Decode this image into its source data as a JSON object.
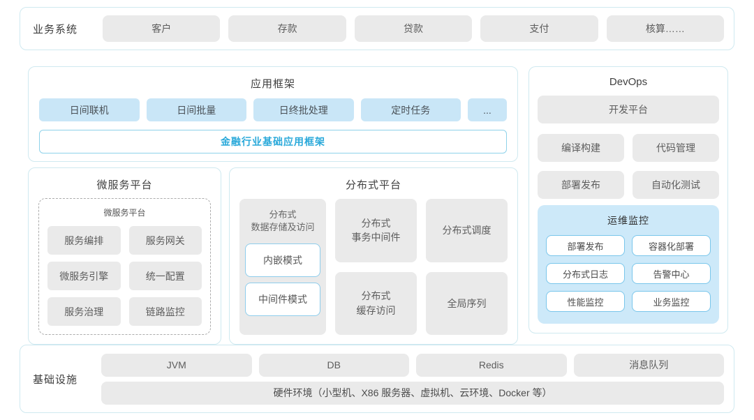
{
  "business": {
    "label": "业务系统",
    "items": [
      "客户",
      "存款",
      "贷款",
      "支付",
      "核算……"
    ]
  },
  "app_framework": {
    "title": "应用框架",
    "modules": [
      "日间联机",
      "日间批量",
      "日终批处理",
      "定时任务",
      "..."
    ],
    "base_framework": "金融行业基础应用框架"
  },
  "microservice_platform": {
    "title": "微服务平台",
    "inner_title": "微服务平台",
    "modules": [
      "服务编排",
      "服务网关",
      "微服务引擎",
      "统一配置",
      "服务治理",
      "链路监控"
    ]
  },
  "distributed_platform": {
    "title": "分布式平台",
    "data_storage": {
      "title": "分布式\n数据存储及访问",
      "modes": [
        "内嵌模式",
        "中间件模式"
      ]
    },
    "modules": [
      "分布式\n事务中间件",
      "分布式调度",
      "分布式\n缓存访问",
      "全局序列"
    ]
  },
  "devops": {
    "title": "DevOps",
    "dev_platform": "开发平台",
    "modules": [
      "编译构建",
      "代码管理",
      "部署发布",
      "自动化测试"
    ],
    "ops_monitor": {
      "title": "运维监控",
      "modules": [
        "部署发布",
        "容器化部署",
        "分布式日志",
        "告警中心",
        "性能监控",
        "业务监控"
      ]
    }
  },
  "infrastructure": {
    "label": "基础设施",
    "modules": [
      "JVM",
      "DB",
      "Redis",
      "消息队列"
    ],
    "hardware": "硬件环境（小型机、X86 服务器、虚拟机、云环境、Docker 等）"
  },
  "colors": {
    "container_border": "#cfe9f0",
    "gray_block": "#eaeaea",
    "blue_block": "#c9e6f7",
    "teal_accent": "#2aa9da",
    "teal_border": "#8ed2ea",
    "monitor_panel": "#cde9f9",
    "monitor_border": "#79c6eb"
  }
}
